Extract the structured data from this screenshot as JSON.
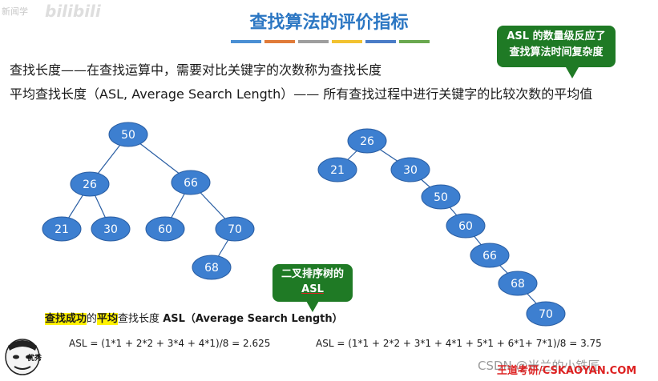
{
  "watermark_top_left": "新闻学",
  "watermark_logo": "bilibili",
  "title": "查找算法的评价指标",
  "stripe_colors": [
    "#4a8fd4",
    "#e07b39",
    "#9e9e9e",
    "#f2c230",
    "#4a7cc7",
    "#6aa84f"
  ],
  "definition_1": "查找长度——在查找运算中，需要对比关键字的次数称为查找长度",
  "definition_2": "平均查找长度（ASL, Average Search Length）—— 所有查找过程中进行关键字的比较次数的平均值",
  "callout_top": {
    "line1": "ASL 的数量级反应了",
    "line2": "查找算法时间复杂度"
  },
  "callout_bottom": {
    "line1": "二叉排序树的",
    "line2": "ASL"
  },
  "tree1_nodes": [
    "50",
    "26",
    "66",
    "21",
    "30",
    "60",
    "70",
    "68"
  ],
  "tree2_nodes": [
    "26",
    "21",
    "30",
    "50",
    "60",
    "66",
    "68",
    "70"
  ],
  "asl_title": {
    "part1": "查找成功",
    "part2": "的",
    "part3": "平均",
    "part4": "查找长度 ",
    "part5": "ASL（Average Search Length）"
  },
  "formula_1": "ASL = (1*1 + 2*2 + 3*4 + 4*1)/8 = 2.625",
  "formula_2": "ASL = (1*1 + 2*2 + 3*1 + 4*1 + 5*1 + 6*1+  7*1)/8 = 3.75",
  "meme_text": "优秀",
  "csdn_watermark": "CSDN @米兰的小铁匠",
  "brand_text": "王道考研/CSKAOYAN.COM",
  "node_fill": "#3d7fd0",
  "node_stroke": "#2a5ea3"
}
